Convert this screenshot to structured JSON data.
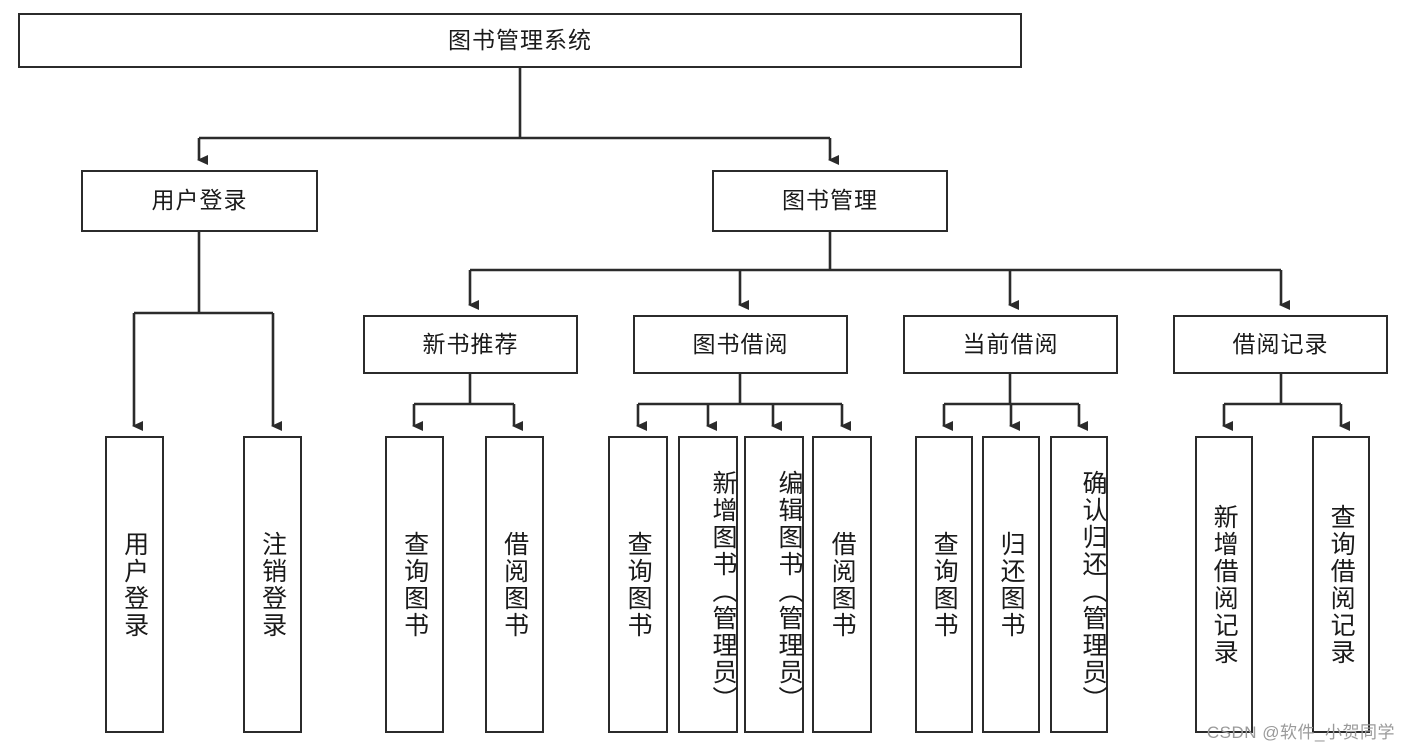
{
  "diagram": {
    "type": "tree-hierarchy-chart",
    "title": "图书管理系统",
    "style": {
      "box_border": "#2b2b2b",
      "box_fill": "#ffffff",
      "connector": "#2b2b2b",
      "page_background": "#ffffff"
    },
    "root": {
      "label": "图书管理系统"
    },
    "level2": [
      {
        "label": "用户登录"
      },
      {
        "label": "图书管理"
      }
    ],
    "level3": [
      {
        "label": "新书推荐"
      },
      {
        "label": "图书借阅"
      },
      {
        "label": "当前借阅"
      },
      {
        "label": "借阅记录"
      }
    ],
    "leaves": {
      "user_login": [
        {
          "label": "用户登录"
        },
        {
          "label": "注销登录"
        }
      ],
      "new_book": [
        {
          "label": "查询图书"
        },
        {
          "label": "借阅图书"
        }
      ],
      "book_borrow": [
        {
          "label": "查询图书"
        },
        {
          "label": "新增图书（管理员）"
        },
        {
          "label": "编辑图书（管理员）"
        },
        {
          "label": "借阅图书"
        }
      ],
      "current_borrow": [
        {
          "label": "查询图书"
        },
        {
          "label": "归还图书"
        },
        {
          "label": "确认归还（管理员）"
        }
      ],
      "borrow_record": [
        {
          "label": "新增借阅记录"
        },
        {
          "label": "查询借阅记录"
        }
      ]
    }
  },
  "watermark": {
    "text": "CSDN @软件_小贺同学"
  }
}
